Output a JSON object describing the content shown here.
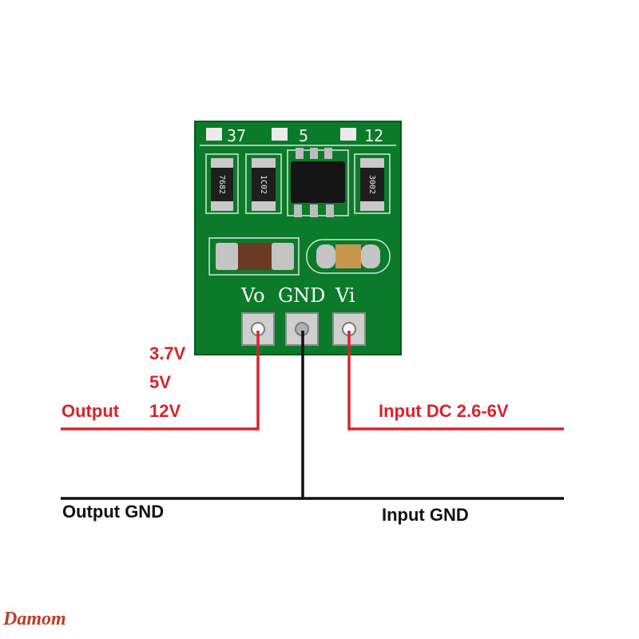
{
  "board": {
    "jumper_labels": [
      "37",
      "5",
      "12"
    ],
    "pin_labels": [
      "Vo",
      "GND",
      "Vi"
    ],
    "resistor_codes": [
      "7682",
      "1C02",
      "3002"
    ],
    "pcb_color": "#0b7a2a"
  },
  "output": {
    "voltages": [
      "3.7V",
      "5V",
      "12V"
    ],
    "label": "Output",
    "gnd_label": "Output GND"
  },
  "input": {
    "label": "Input DC 2.6-6V",
    "gnd_label": "Input GND"
  },
  "wire_colors": {
    "signal": "#d8232a",
    "ground": "#111111"
  },
  "watermark": "Damom"
}
